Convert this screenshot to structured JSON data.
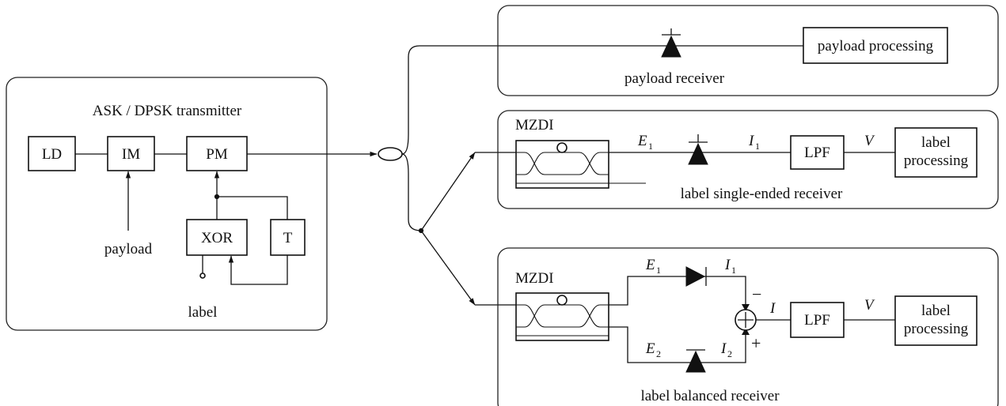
{
  "transmitter": {
    "title": "ASK / DPSK transmitter",
    "ld": "LD",
    "im": "IM",
    "pm": "PM",
    "xor": "XOR",
    "delay": "T",
    "payload_input": "payload",
    "label_input": "label"
  },
  "payload_receiver": {
    "title": "payload receiver",
    "processing": "payload processing"
  },
  "single_ended_receiver": {
    "title": "label single-ended receiver",
    "mzdi": "MZDI",
    "e1": "E",
    "e1_sub": "1",
    "i1": "I",
    "i1_sub": "1",
    "lpf": "LPF",
    "v": "V",
    "processing_line1": "label",
    "processing_line2": "processing"
  },
  "balanced_receiver": {
    "title": "label balanced receiver",
    "mzdi": "MZDI",
    "e1": "E",
    "e1_sub": "1",
    "e2": "E",
    "e2_sub": "2",
    "i1": "I",
    "i1_sub": "1",
    "i2": "I",
    "i2_sub": "2",
    "minus": "−",
    "plus": "+",
    "i": "I",
    "lpf": "LPF",
    "v": "V",
    "processing_line1": "label",
    "processing_line2": "processing"
  }
}
